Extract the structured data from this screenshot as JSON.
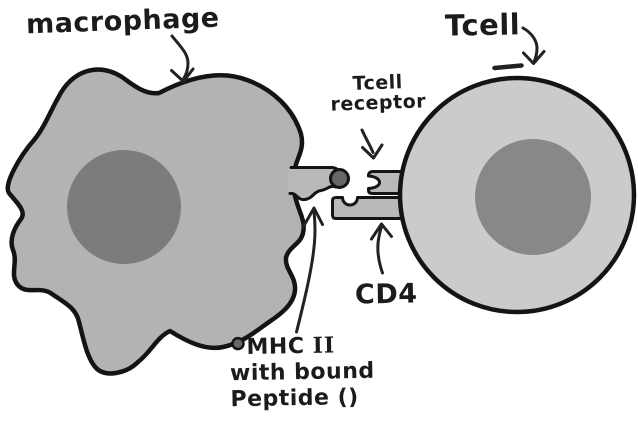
{
  "diagram": {
    "labels": {
      "macrophage": "macrophage",
      "tcell": "Tcell",
      "tcell_receptor_line1": "Tcell",
      "tcell_receptor_line2": "receptor",
      "cd4": "CD4",
      "mhc_line1_pre": "MHC ",
      "mhc_line1_numeral": "II",
      "mhc_line2": "with bound",
      "mhc_line3_pre": "Peptide (",
      "mhc_line3_post": ")"
    },
    "colors": {
      "background": "#ffffff",
      "macrophage_body": "#b3b3b3",
      "macrophage_nucleus": "#7c7c7c",
      "tcell_body": "#cbcbcb",
      "tcell_nucleus": "#888888",
      "receptor_fill": "#b9b9b9",
      "peptide_fill": "#676767",
      "outline": "#141414",
      "arrow": "#222222",
      "text": "#1b1b1b"
    }
  }
}
